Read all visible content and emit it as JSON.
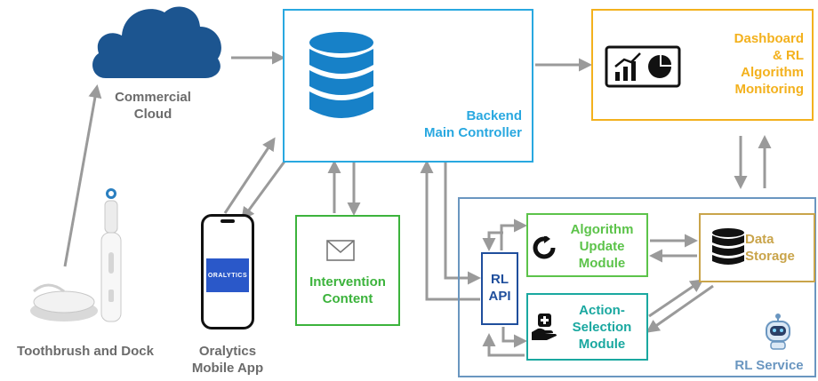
{
  "nodes": {
    "cloud": {
      "label_line1": "Commercial",
      "label_line2": "Cloud",
      "icon": "cloud-icon",
      "color": "#1c5590"
    },
    "backend": {
      "label_line1": "Backend",
      "label_line2": "Main Controller",
      "icon": "database-icon",
      "color": "#29a8e0"
    },
    "dashboard": {
      "label_line1": "Dashboard",
      "label_line2": "& RL",
      "label_line3": "Algorithm",
      "label_line4": "Monitoring",
      "icon": "analytics-chart-icon",
      "color": "#f3b11d"
    },
    "toothbrush": {
      "label": "Toothbrush and Dock",
      "icon": "toothbrush-icon"
    },
    "mobile_app": {
      "label_line1": "Oralytics",
      "label_line2": "Mobile App",
      "screen_text": "ORALYTICS",
      "icon": "phone-icon"
    },
    "intervention": {
      "label_line1": "Intervention",
      "label_line2": "Content",
      "icon": "envelope-icon",
      "color": "#3cb33c"
    },
    "rl_api": {
      "label_line1": "RL",
      "label_line2": "API",
      "color": "#1f4e9c"
    },
    "algorithm_update": {
      "label_line1": "Algorithm",
      "label_line2": "Update",
      "label_line3": "Module",
      "icon": "refresh-icon",
      "color": "#5cc34a"
    },
    "action_selection": {
      "label_line1": "Action-",
      "label_line2": "Selection",
      "label_line3": "Module",
      "icon": "hand-plus-icon",
      "color": "#1aa8a0"
    },
    "data_storage": {
      "label_line1": "Data",
      "label_line2": "Storage",
      "icon": "database-icon",
      "color": "#c9a44a"
    },
    "rl_service": {
      "label": "RL Service",
      "icon": "robot-icon",
      "color": "#6a96c0"
    }
  },
  "colors": {
    "label_gray": "#6b6b6b",
    "arrow_gray": "#9a9a9a"
  }
}
